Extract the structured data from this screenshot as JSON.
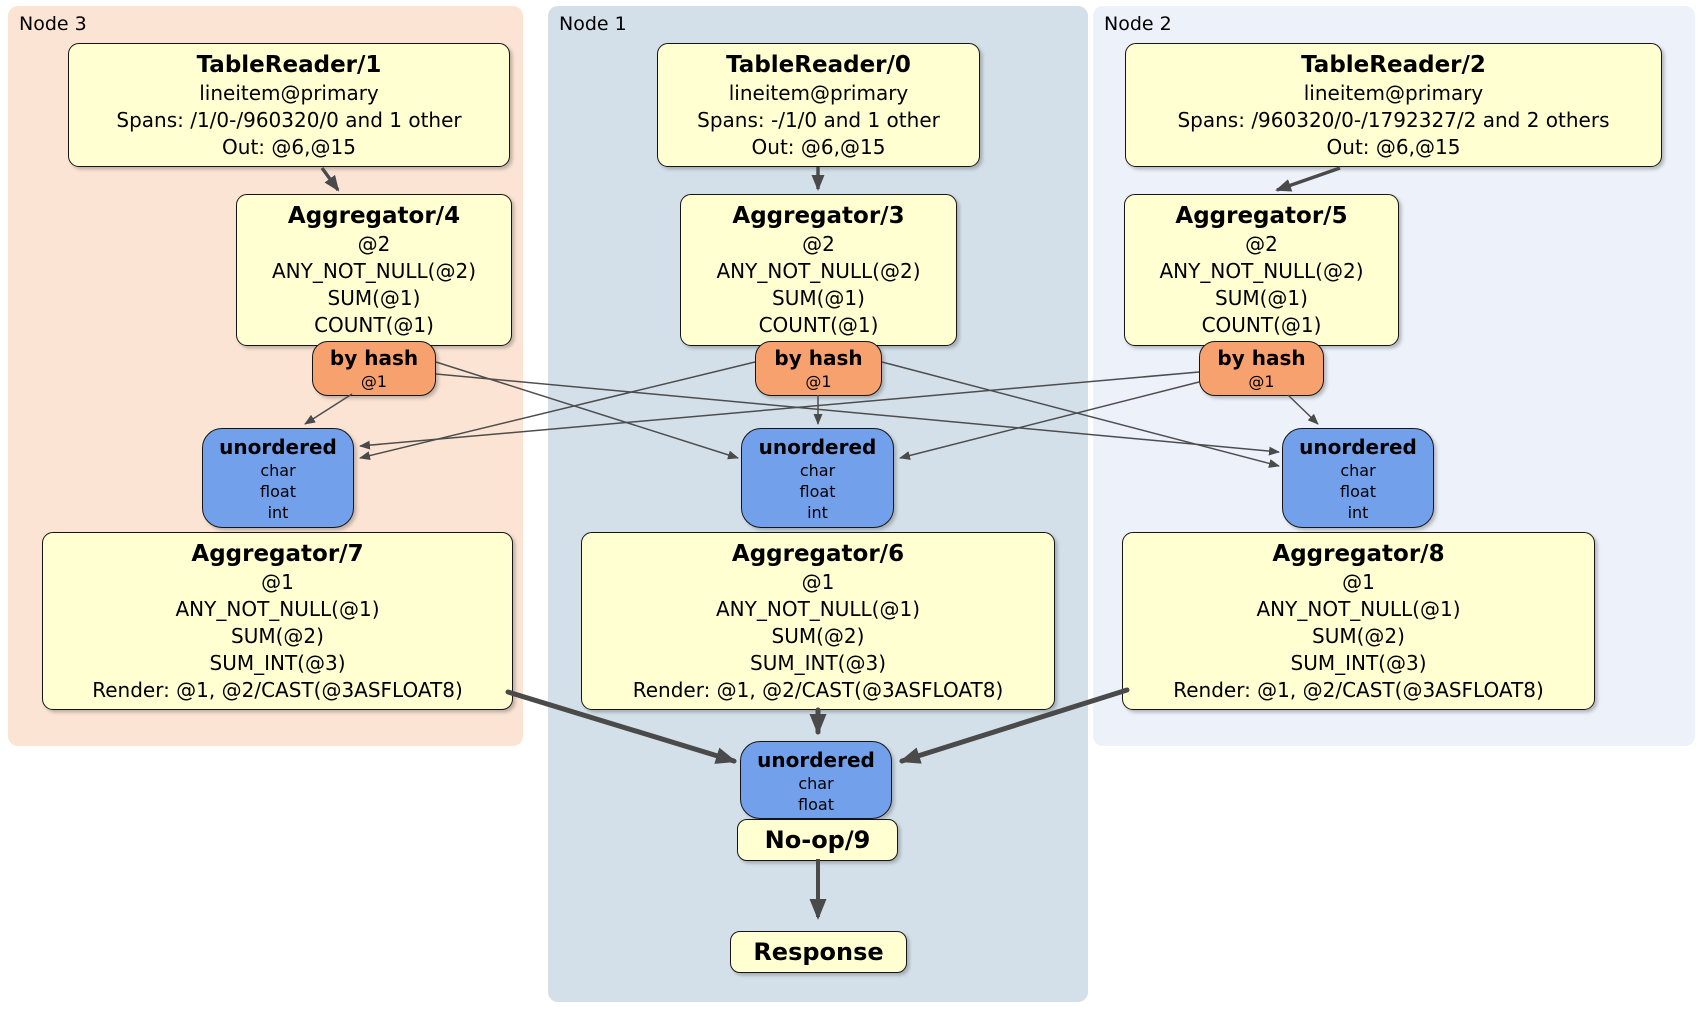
{
  "colors": {
    "page_background": "#ffffff",
    "panel_node3": "#fce4d4",
    "panel_node1": "#d3e0ea",
    "panel_node2": "#ecf1fa",
    "processor_fill": "#ffffd2",
    "router_fill": "#f7a16f",
    "sync_fill": "#73a0eb",
    "edge_color": "#4a4a4a",
    "box_border": "#151515"
  },
  "nodes": [
    {
      "label": "Node 3",
      "table_reader": {
        "title": "TableReader/1",
        "lines": [
          "lineitem@primary",
          "Spans: /1/0-/960320/0 and 1 other",
          "Out: @6,@15"
        ]
      },
      "aggregator": {
        "title": "Aggregator/4",
        "lines": [
          "@2",
          "ANY_NOT_NULL(@2)",
          "SUM(@1)",
          "COUNT(@1)"
        ]
      },
      "router": {
        "title": "by hash",
        "lines": [
          "@1"
        ]
      },
      "sync": {
        "title": "unordered",
        "lines": [
          "char",
          "float",
          "int"
        ]
      },
      "final_aggregator": {
        "title": "Aggregator/7",
        "lines": [
          "@1",
          "ANY_NOT_NULL(@1)",
          "SUM(@2)",
          "SUM_INT(@3)",
          "Render: @1, @2/CAST(@3ASFLOAT8)"
        ]
      }
    },
    {
      "label": "Node 1",
      "table_reader": {
        "title": "TableReader/0",
        "lines": [
          "lineitem@primary",
          "Spans: -/1/0 and 1 other",
          "Out: @6,@15"
        ]
      },
      "aggregator": {
        "title": "Aggregator/3",
        "lines": [
          "@2",
          "ANY_NOT_NULL(@2)",
          "SUM(@1)",
          "COUNT(@1)"
        ]
      },
      "router": {
        "title": "by hash",
        "lines": [
          "@1"
        ]
      },
      "sync": {
        "title": "unordered",
        "lines": [
          "char",
          "float",
          "int"
        ]
      },
      "final_aggregator": {
        "title": "Aggregator/6",
        "lines": [
          "@1",
          "ANY_NOT_NULL(@1)",
          "SUM(@2)",
          "SUM_INT(@3)",
          "Render: @1, @2/CAST(@3ASFLOAT8)"
        ]
      }
    },
    {
      "label": "Node 2",
      "table_reader": {
        "title": "TableReader/2",
        "lines": [
          "lineitem@primary",
          "Spans: /960320/0-/1792327/2 and 2 others",
          "Out: @6,@15"
        ]
      },
      "aggregator": {
        "title": "Aggregator/5",
        "lines": [
          "@2",
          "ANY_NOT_NULL(@2)",
          "SUM(@1)",
          "COUNT(@1)"
        ]
      },
      "router": {
        "title": "by hash",
        "lines": [
          "@1"
        ]
      },
      "sync": {
        "title": "unordered",
        "lines": [
          "char",
          "float",
          "int"
        ]
      },
      "final_aggregator": {
        "title": "Aggregator/8",
        "lines": [
          "@1",
          "ANY_NOT_NULL(@1)",
          "SUM(@2)",
          "SUM_INT(@3)",
          "Render: @1, @2/CAST(@3ASFLOAT8)"
        ]
      }
    }
  ],
  "sink": {
    "sync": {
      "title": "unordered",
      "lines": [
        "char",
        "float"
      ]
    },
    "noop_label": "No-op/9",
    "response_label": "Response"
  }
}
